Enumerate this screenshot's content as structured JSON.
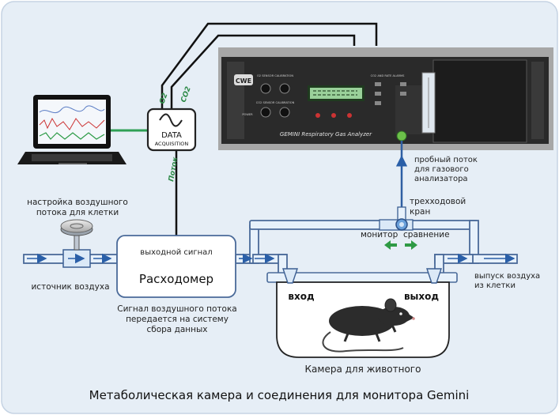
{
  "colors": {
    "background": "#e6eef6",
    "pipe_fill": "#e7f1fb",
    "pipe_stroke": "#4a6a99",
    "flow_arrow": "#2a5fa8",
    "direction_arrow": "#2e9a44",
    "data_line": "#2fa055",
    "wire": "#111111",
    "analyzer_body": "#2b2b2b",
    "display": "#9ad09a"
  },
  "icons": {
    "analyzer": "rack-analyzer-icon",
    "laptop": "laptop-icon",
    "daq": "sine-wave-icon",
    "valve": "three-way-valve-icon",
    "knob": "flow-adjust-knob-icon",
    "animal": "rat-icon"
  },
  "analyzer": {
    "panel_title": "GEMINI Respiratory Gas Analyzer",
    "brand": "CWE",
    "small_labels": [
      "O2 SENSOR CALIBRATION",
      "CO2 SENSOR CALIBRATION",
      "CO2 AND RATE ALARMS",
      "POWER"
    ]
  },
  "daq": {
    "line1": "DATA",
    "line2": "ACQUISITION",
    "port_o2": "O2",
    "port_co2": "CO2",
    "port_flow": "Поток"
  },
  "labels": {
    "flow_adjust": [
      "настройка воздушного",
      "потока для клетки"
    ],
    "air_source": "источник воздуха",
    "output_signal": "выходной сигнал",
    "flowmeter": "Расходомер",
    "signal_note": [
      "Сигнал воздушного потока",
      "передается на систему",
      "сбора данных"
    ],
    "sample_flow": [
      "пробный поток",
      "для газового",
      "анализатора"
    ],
    "three_way": [
      "трехходовой",
      "кран"
    ],
    "monitor": "монитор",
    "compare": "сравнение",
    "air_out": [
      "выпуск воздуха",
      "из клетки"
    ],
    "inlet": "вход",
    "outlet": "выход",
    "chamber": "Камера для животного"
  },
  "caption": "Метаболическая камера и соединения для монитора Gemini"
}
